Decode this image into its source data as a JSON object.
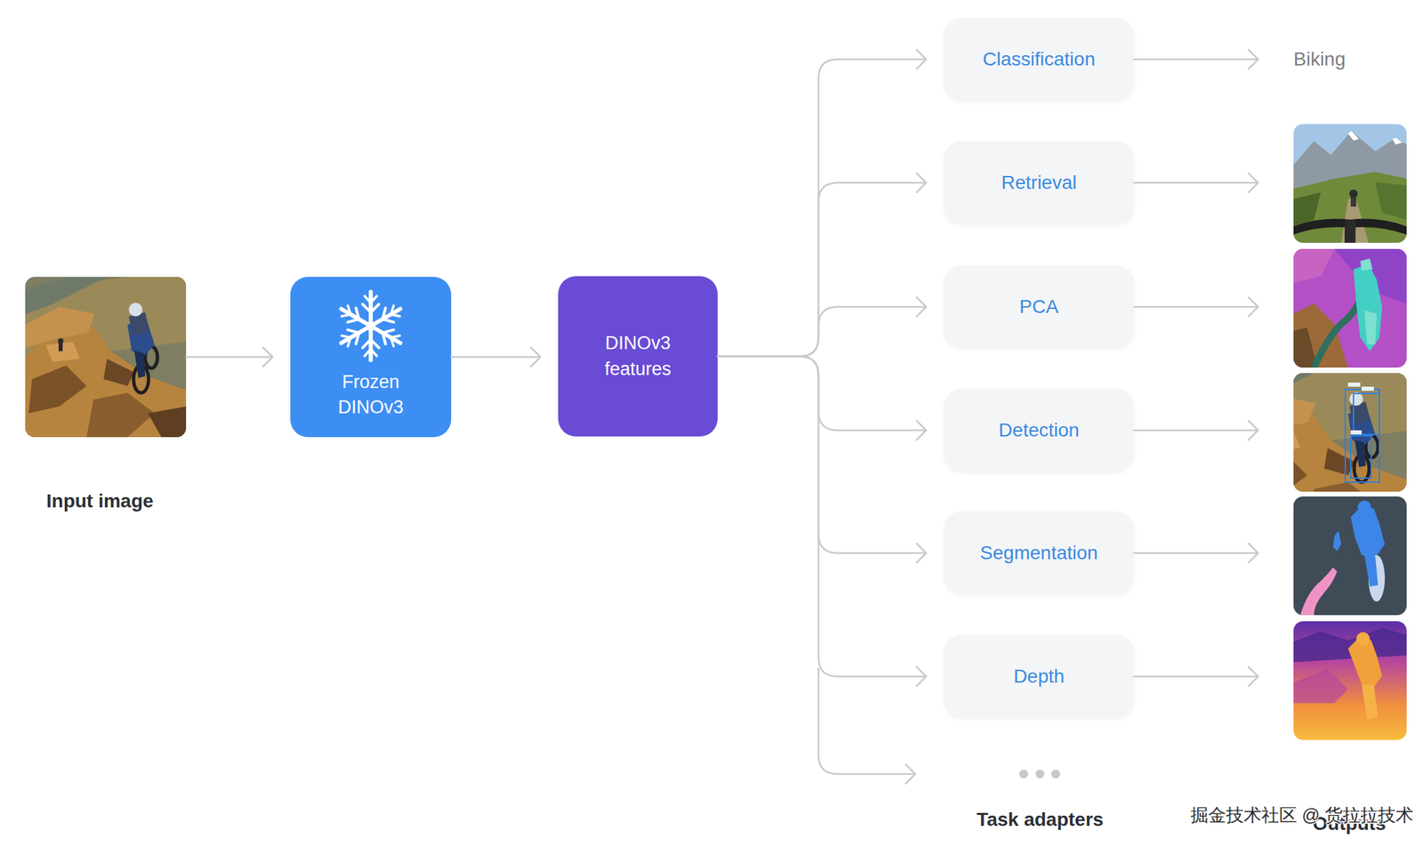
{
  "diagram": {
    "nodes": [
      {
        "text": [
          "Input image"
        ]
      },
      {
        "text": [
          "Frozen DINOv3"
        ]
      },
      {
        "text": [
          "DINOv3 features"
        ]
      },
      {
        "text": [
          "Classification"
        ]
      },
      {
        "text": [
          "Retrieval"
        ]
      },
      {
        "text": [
          "PCA"
        ]
      },
      {
        "text": [
          "Detection"
        ]
      },
      {
        "text": [
          "Segmentation"
        ]
      },
      {
        "text": [
          "Depth"
        ]
      }
    ],
    "edges": [
      {
        "from": 0,
        "to": 1,
        "arrow": "to"
      },
      {
        "from": 1,
        "to": 2,
        "arrow": "to"
      },
      {
        "from": 2,
        "to": 3,
        "arrow": "to"
      },
      {
        "from": 2,
        "to": 4,
        "arrow": "to"
      },
      {
        "from": 2,
        "to": 5,
        "arrow": "to"
      },
      {
        "from": 2,
        "to": 6,
        "arrow": "to"
      },
      {
        "from": 2,
        "to": 7,
        "arrow": "to"
      },
      {
        "from": 2,
        "to": 8,
        "arrow": "to"
      }
    ],
    "labels": [
      "Biking",
      "Task adapters",
      "Outputs",
      "掘金技术社区 @ 货拉拉技术"
    ]
  }
}
